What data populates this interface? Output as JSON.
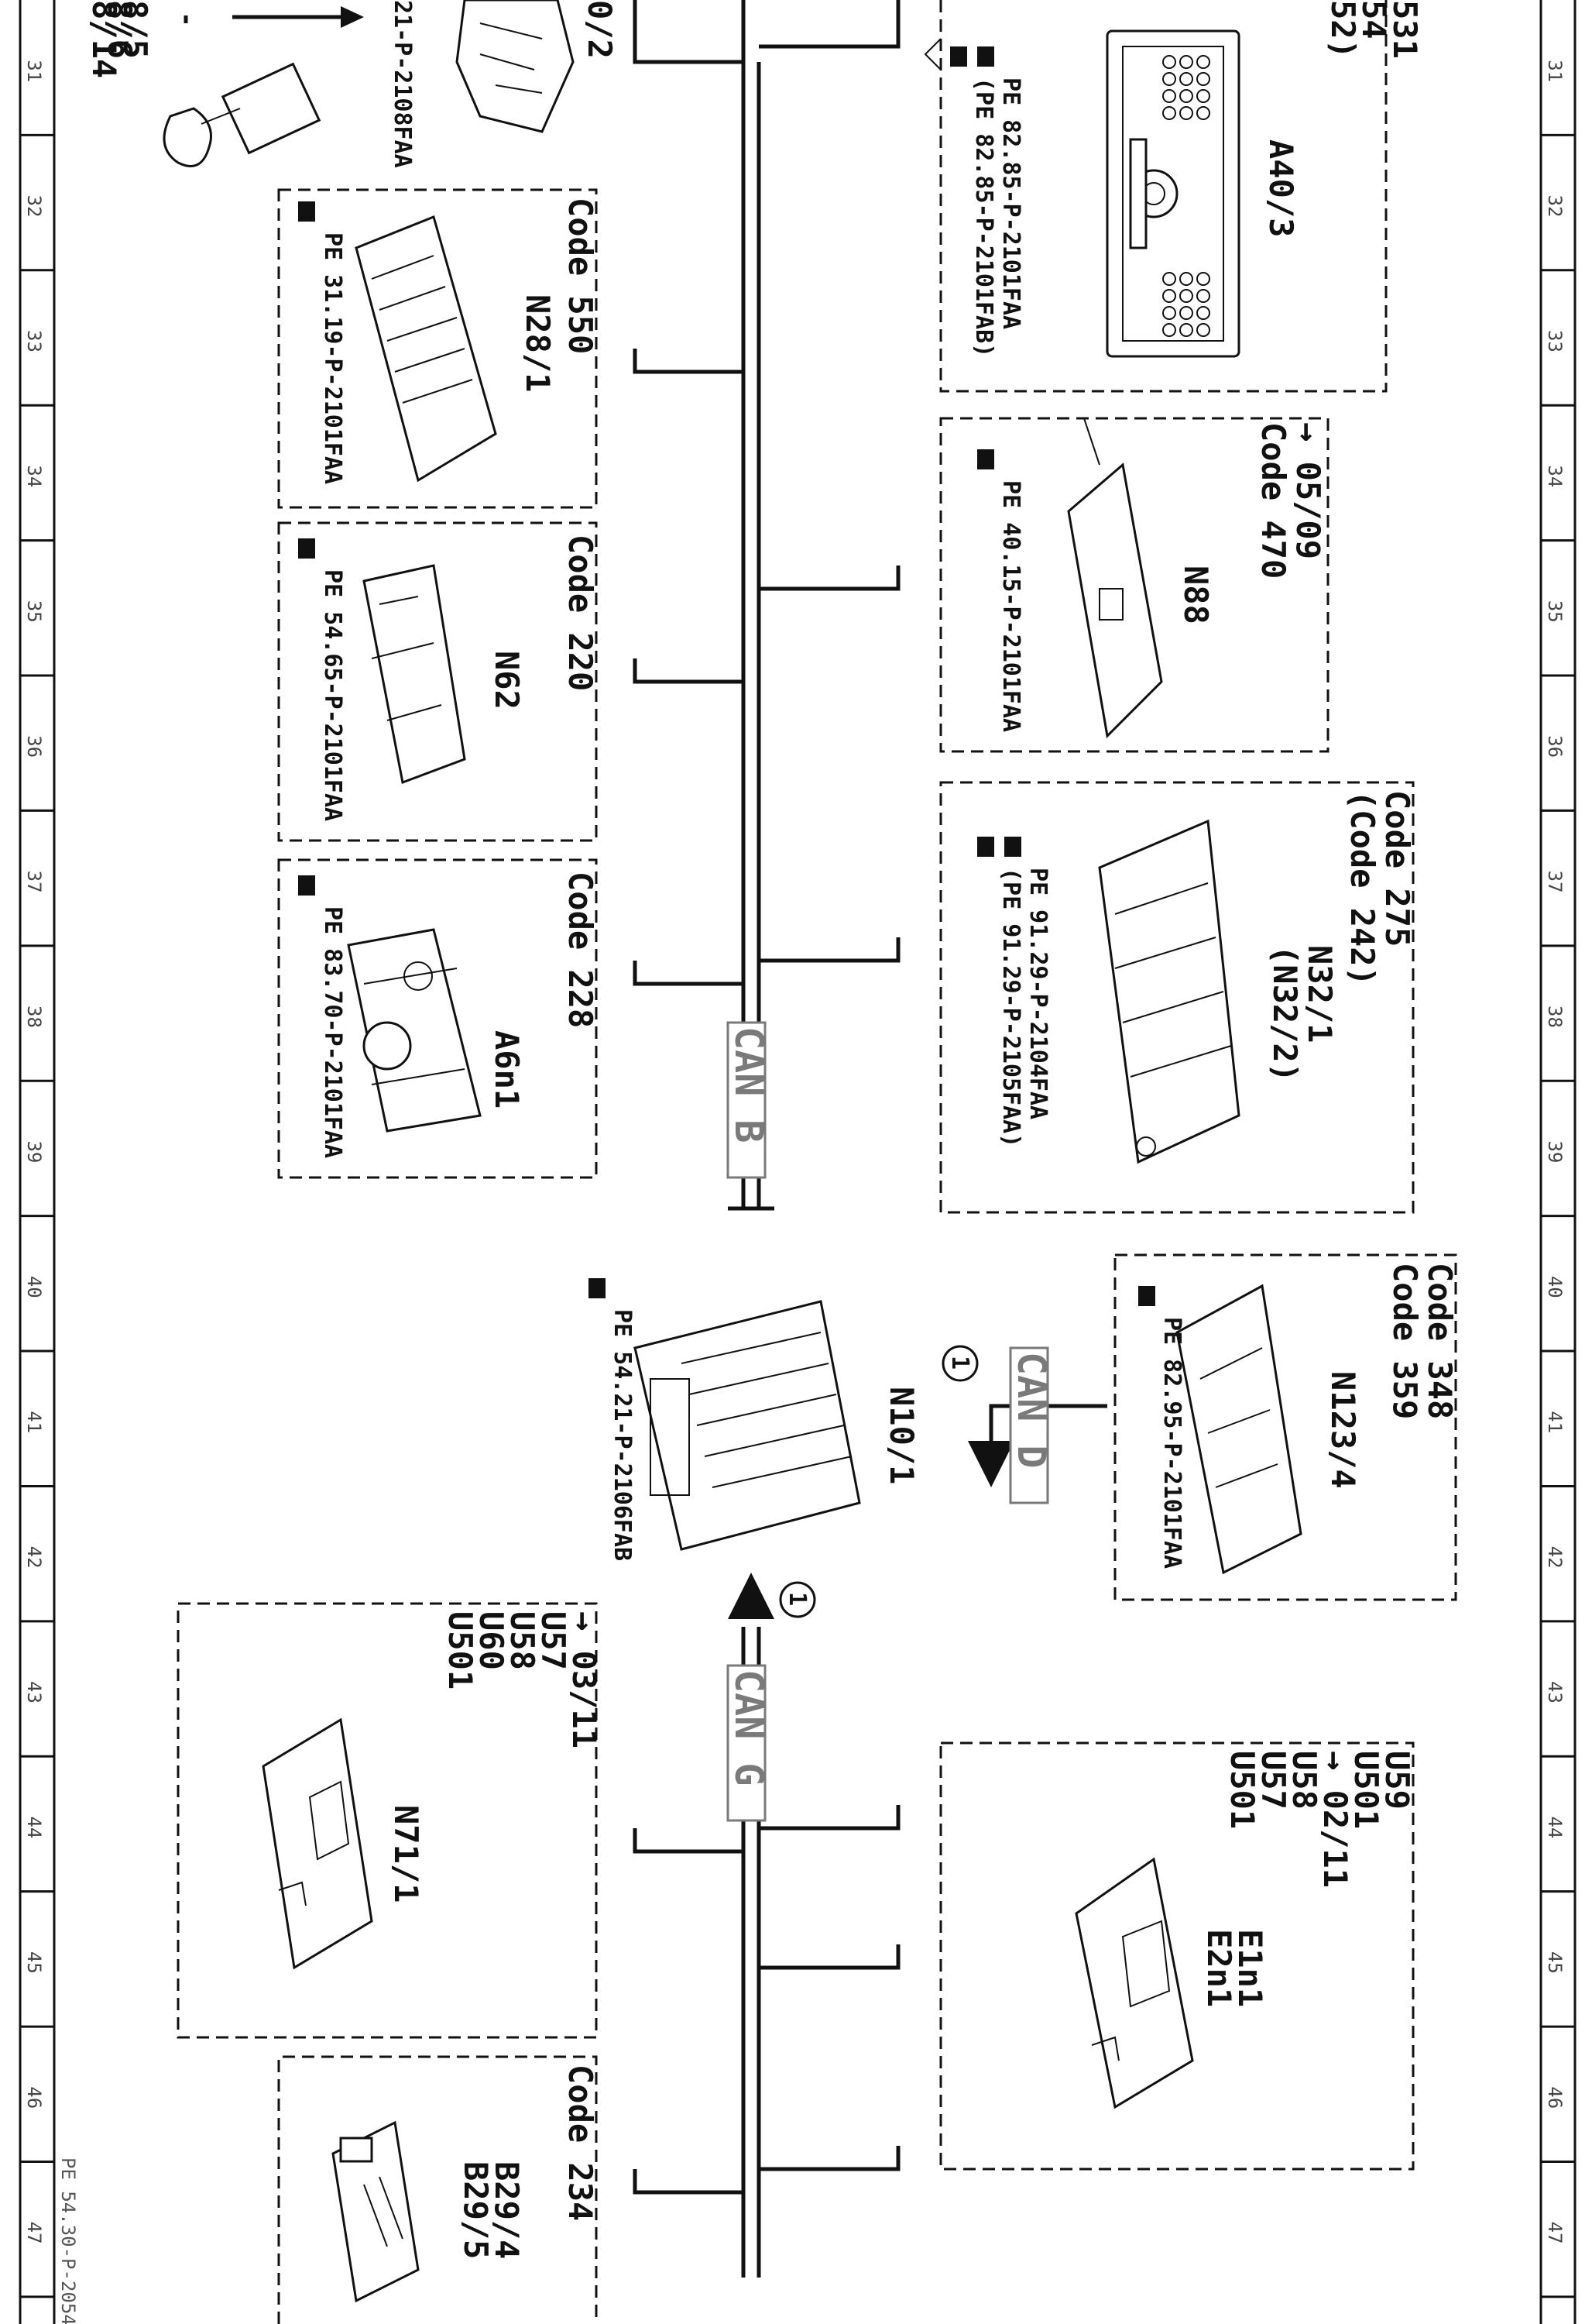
{
  "grid": {
    "numbers": [
      "31",
      "32",
      "33",
      "34",
      "35",
      "36",
      "37",
      "38",
      "39",
      "40",
      "41",
      "42",
      "43",
      "44",
      "45",
      "46",
      "47"
    ]
  },
  "buses": {
    "can_b": "CAN B",
    "can_d": "CAN D",
    "can_g": "CAN G",
    "marker": "1"
  },
  "top_fragments": {
    "left_codes": [
      "8/5",
      "8/6",
      "8/14"
    ],
    "left_ref": "21-P-2108FAA",
    "left_label": "0/2",
    "right_codes": [
      "531",
      "54",
      "52)"
    ]
  },
  "modules": {
    "a40_3": {
      "label": "A40/3",
      "refs": [
        "PE 82.85-P-2101FAA",
        "(PE 82.85-P-2101FAB)"
      ]
    },
    "n28_1": {
      "code": "Code 550",
      "label": "N28/1",
      "ref": "PE 31.19-P-2101FAA"
    },
    "n88": {
      "codes": [
        "→ 05/09",
        "Code 470"
      ],
      "label": "N88",
      "ref": "PE 40.15-P-2101FAA"
    },
    "n62": {
      "code": "Code 220",
      "label": "N62",
      "ref": "PE 54.65-P-2101FAA"
    },
    "n32_1": {
      "codes": [
        "Code 275",
        "(Code 242)"
      ],
      "labels": [
        "N32/1",
        "(N32/2)"
      ],
      "refs": [
        "PE 91.29-P-2104FAA",
        "(PE 91.29-P-2105FAA)"
      ]
    },
    "a6n1": {
      "code": "Code 228",
      "label": "A6n1",
      "ref": "PE 83.70-P-2101FAA"
    },
    "n123_4": {
      "codes": [
        "Code 348",
        "Code 359"
      ],
      "label": "N123/4",
      "ref": "PE 82.95-P-2101FAA"
    },
    "n10_1": {
      "label": "N10/1",
      "ref": "PE 54.21-P-2106FAB"
    },
    "n71_1": {
      "codes": [
        "→ 03/11",
        "U57",
        "U58",
        "U60",
        "U501"
      ],
      "label": "N71/1"
    },
    "e1n1": {
      "codes": [
        "U59",
        "U501",
        "→ 02/11",
        "U58",
        "U57",
        "U501"
      ],
      "labels": [
        "E1n1",
        "E2n1"
      ]
    },
    "b29": {
      "code": "Code 234",
      "labels": [
        "B29/4",
        "B29/5"
      ]
    }
  },
  "footer": {
    "doc_id": "PE 54.30-P-2054"
  }
}
